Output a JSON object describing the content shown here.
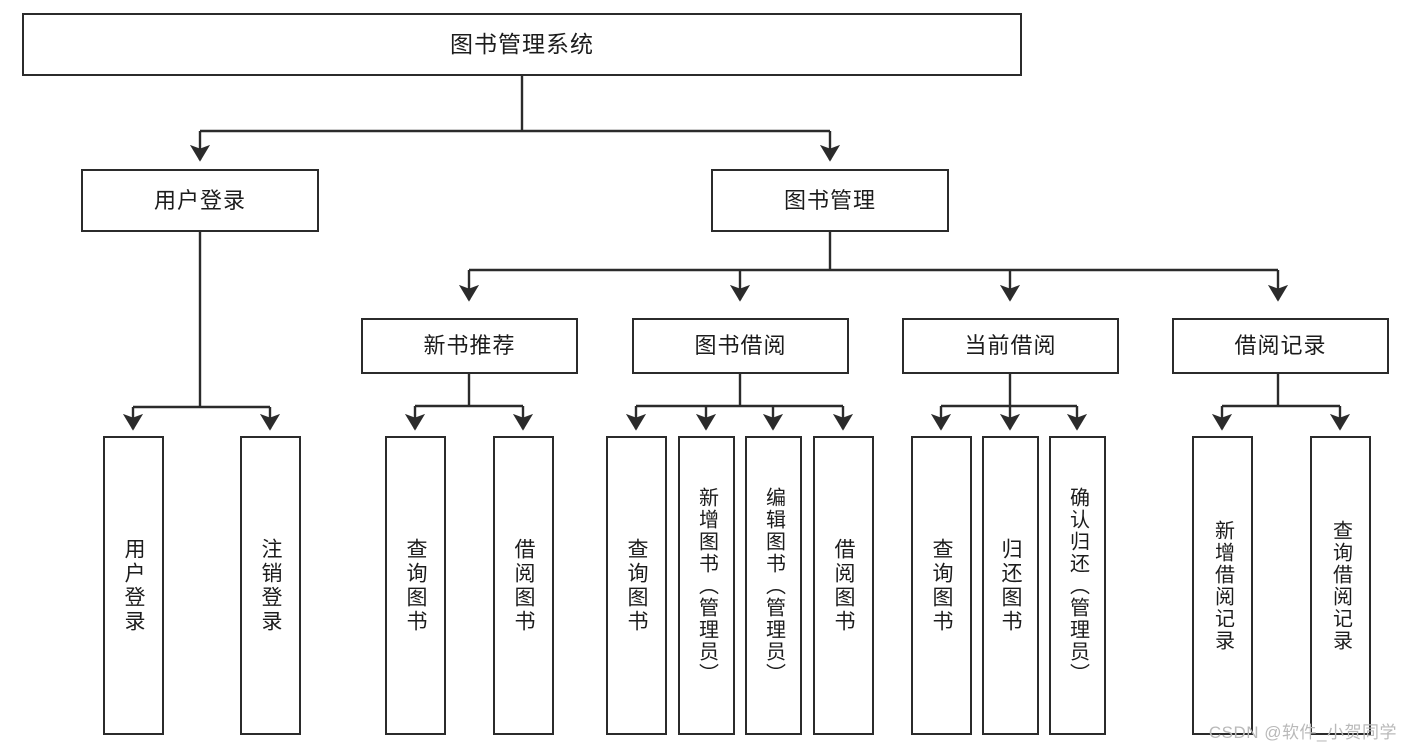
{
  "diagram": {
    "title": "图书管理系统",
    "type": "system-function-structure-tree",
    "watermark": "CSDN @软件_小贺同学",
    "colors": {
      "box_border": "#2b2b2b",
      "box_fill": "#ffffff",
      "edge": "#2b2b2b",
      "text": "#1c1c1c",
      "watermark": "#b9b9b9"
    },
    "levels": [
      {
        "level": 0,
        "nodes": [
          {
            "id": "root",
            "label": "图书管理系统",
            "orientation": "horizontal"
          }
        ]
      },
      {
        "level": 1,
        "nodes": [
          {
            "id": "login",
            "label": "用户登录",
            "orientation": "horizontal",
            "parent": "root"
          },
          {
            "id": "bookmgmt",
            "label": "图书管理",
            "orientation": "horizontal",
            "parent": "root"
          }
        ]
      },
      {
        "level": 2,
        "nodes": [
          {
            "id": "newbook",
            "label": "新书推荐",
            "orientation": "horizontal",
            "parent": "bookmgmt"
          },
          {
            "id": "borrow",
            "label": "图书借阅",
            "orientation": "horizontal",
            "parent": "bookmgmt"
          },
          {
            "id": "current",
            "label": "当前借阅",
            "orientation": "horizontal",
            "parent": "bookmgmt"
          },
          {
            "id": "record",
            "label": "借阅记录",
            "orientation": "horizontal",
            "parent": "bookmgmt"
          }
        ]
      },
      {
        "level": 3,
        "nodes": [
          {
            "id": "leaf-1",
            "label": "用户登录",
            "orientation": "vertical",
            "parent": "login"
          },
          {
            "id": "leaf-2",
            "label": "注销登录",
            "orientation": "vertical",
            "parent": "login"
          },
          {
            "id": "leaf-3",
            "label": "查询图书",
            "orientation": "vertical",
            "parent": "newbook"
          },
          {
            "id": "leaf-4",
            "label": "借阅图书",
            "orientation": "vertical",
            "parent": "newbook"
          },
          {
            "id": "leaf-5",
            "label": "查询图书",
            "orientation": "vertical",
            "parent": "borrow"
          },
          {
            "id": "leaf-6",
            "label": "新增图书（管理员）",
            "orientation": "vertical",
            "parent": "borrow"
          },
          {
            "id": "leaf-7",
            "label": "编辑图书（管理员）",
            "orientation": "vertical",
            "parent": "borrow"
          },
          {
            "id": "leaf-8",
            "label": "借阅图书",
            "orientation": "vertical",
            "parent": "borrow"
          },
          {
            "id": "leaf-9",
            "label": "查询图书",
            "orientation": "vertical",
            "parent": "current"
          },
          {
            "id": "leaf-10",
            "label": "归还图书",
            "orientation": "vertical",
            "parent": "current"
          },
          {
            "id": "leaf-11",
            "label": "确认归还（管理员）",
            "orientation": "vertical",
            "parent": "current"
          },
          {
            "id": "leaf-12",
            "label": "新增借阅记录",
            "orientation": "vertical",
            "parent": "record"
          },
          {
            "id": "leaf-13",
            "label": "查询借阅记录",
            "orientation": "vertical",
            "parent": "record"
          }
        ]
      }
    ]
  }
}
